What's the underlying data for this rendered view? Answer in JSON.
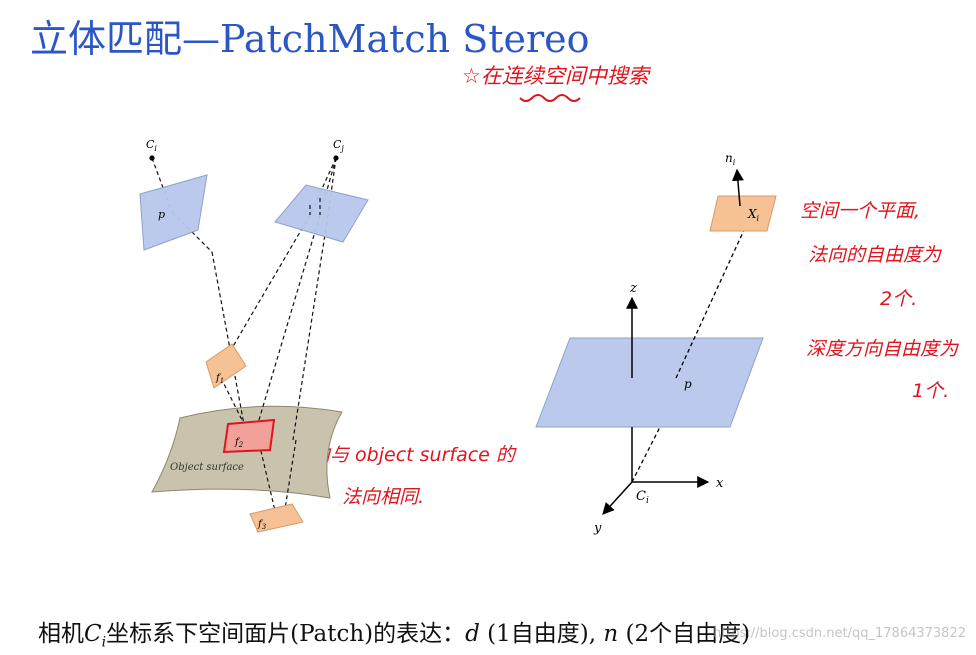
{
  "title": "立体匹配—PatchMatch Stereo",
  "handwritten": {
    "top_note": "☆在连续空间中搜索",
    "surface_note_line1": "法向与 object surface 的",
    "surface_note_line2": "法向相同.",
    "right_note_1": "空间一个平面,",
    "right_note_2": "法向的自由度为",
    "right_note_3": "2个.",
    "right_note_4": "深度方向自由度为",
    "right_note_5": "1个."
  },
  "left_diagram": {
    "camera_i": "C",
    "camera_i_sub": "i",
    "camera_j": "C",
    "camera_j_sub": "j",
    "patch_p": "p",
    "f1": "f",
    "f1_sub": "1",
    "f2": "f",
    "f2_sub": "2",
    "f3": "f",
    "f3_sub": "3",
    "surface_label": "Object surface"
  },
  "right_diagram": {
    "normal_label": "n",
    "normal_sub": "i",
    "point_label": "X",
    "point_sub": "i",
    "axis_z": "z",
    "axis_x": "x",
    "axis_y": "y",
    "origin": "C",
    "origin_sub": "i",
    "plane_point": "p"
  },
  "caption": {
    "prefix": "相机",
    "cam": "C",
    "cam_sub": "i",
    "middle": "坐标系下空间面片(Patch)的表达：",
    "d": "d",
    "d_desc": " (1自由度), ",
    "n": "n",
    "n_desc": " (2个自由度)"
  },
  "watermark": "https://blog.csdn.net/qq_17864373822",
  "colors": {
    "title": "#2a56c6",
    "handwriting": "#e0141e",
    "blue_patch": "#b8c8ec",
    "orange_patch": "#f6c195",
    "surface": "#c9c3ad"
  }
}
